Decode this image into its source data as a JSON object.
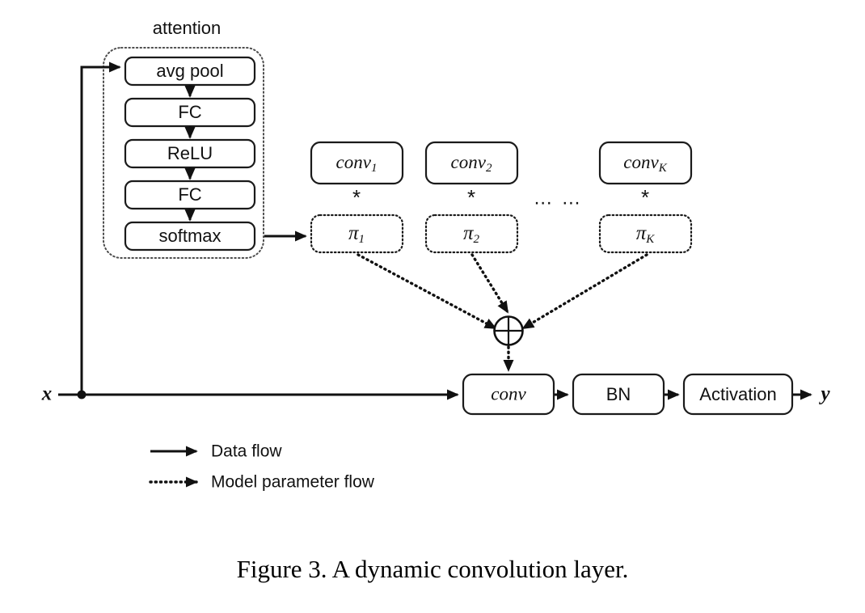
{
  "figure": {
    "caption": "Figure 3. A dynamic convolution layer.",
    "group_label": "attention",
    "input_label": "x",
    "output_label": "y",
    "multiply_symbol": "*",
    "ellipsis": "… …",
    "sum_symbol": "⊕"
  },
  "attention": {
    "label": "attention",
    "items": [
      {
        "label": "avg pool"
      },
      {
        "label": "FC"
      },
      {
        "label": "ReLU"
      },
      {
        "label": "FC"
      },
      {
        "label": "softmax"
      }
    ]
  },
  "kernels": [
    {
      "conv_base": "conv",
      "conv_sub": "1",
      "pi_base": "π",
      "pi_sub": "1",
      "star": "*"
    },
    {
      "conv_base": "conv",
      "conv_sub": "2",
      "pi_base": "π",
      "pi_sub": "2",
      "star": "*"
    },
    {
      "conv_base": "conv",
      "conv_sub": "K",
      "pi_base": "π",
      "pi_sub": "K",
      "star": "*"
    }
  ],
  "pipeline": [
    {
      "label": "conv",
      "style": "math"
    },
    {
      "label": "BN",
      "style": "plain"
    },
    {
      "label": "Activation",
      "style": "plain"
    }
  ],
  "legend": [
    {
      "label": "Data flow",
      "line": "solid"
    },
    {
      "label": "Model parameter flow",
      "line": "dotted"
    }
  ],
  "colors": {
    "stroke": "#111111",
    "group_stroke": "#4d4d4d",
    "background": "#ffffff"
  }
}
